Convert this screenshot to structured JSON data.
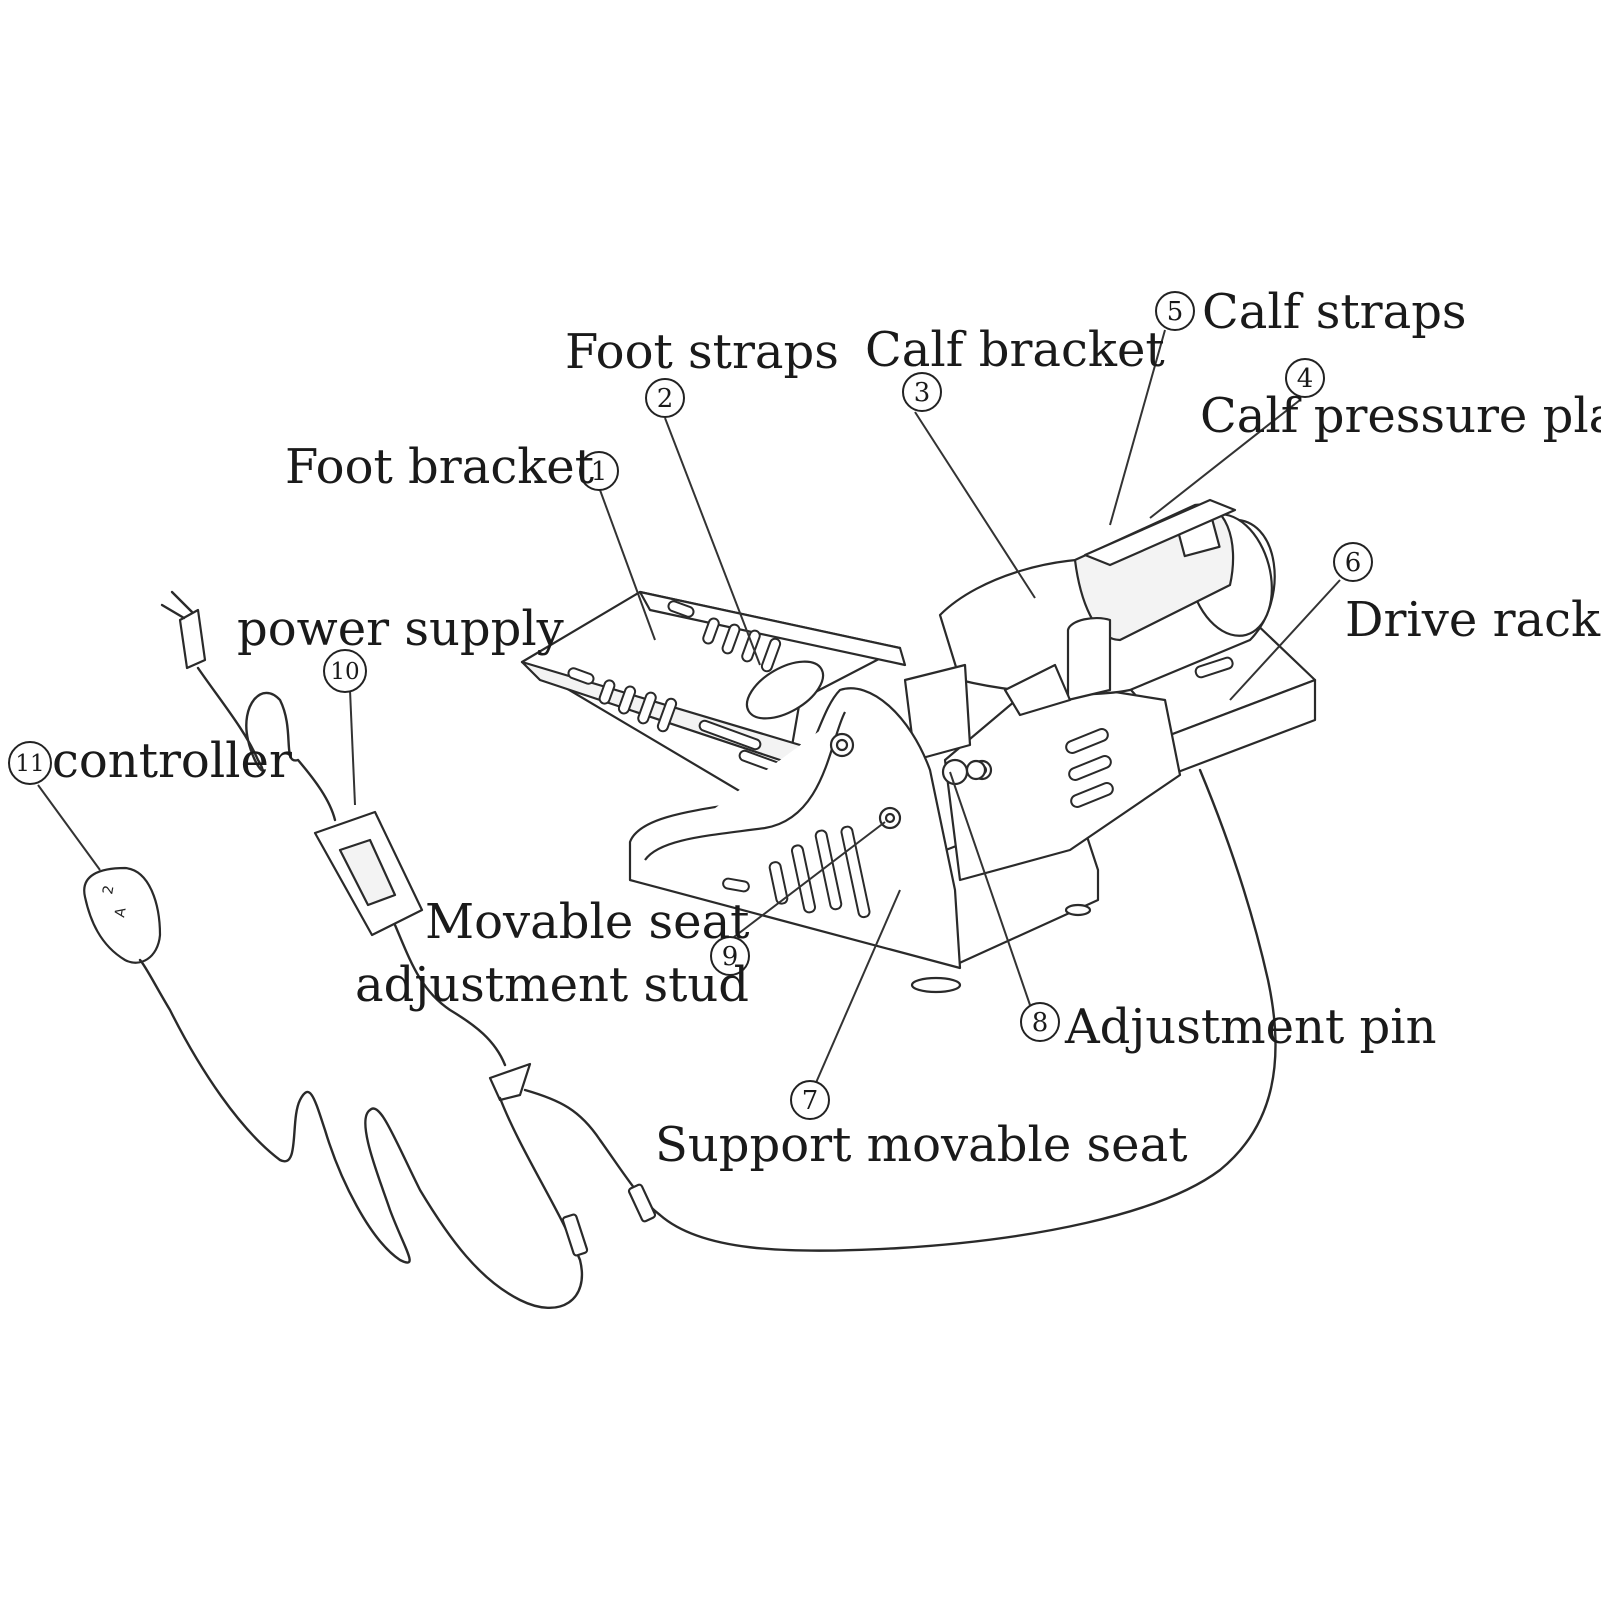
{
  "callouts": [
    {
      "id": "foot-bracket",
      "number": "1",
      "label": "Foot bracket"
    },
    {
      "id": "foot-straps",
      "number": "2",
      "label": "Foot straps"
    },
    {
      "id": "calf-bracket",
      "number": "3",
      "label": "Calf bracket"
    },
    {
      "id": "calf-pressure-plate",
      "number": "4",
      "label": "Calf pressure plate"
    },
    {
      "id": "calf-straps",
      "number": "5",
      "label": "Calf straps"
    },
    {
      "id": "drive-rack",
      "number": "6",
      "label": "Drive rack"
    },
    {
      "id": "support-movable-seat",
      "number": "7",
      "label": "Support movable seat"
    },
    {
      "id": "adjustment-pin",
      "number": "8",
      "label": "Adjustment pin"
    },
    {
      "id": "movable-seat-adjustment-stud",
      "number": "9",
      "label_line1": "Movable seat",
      "label_line2": "adjustment stud"
    },
    {
      "id": "power-supply",
      "number": "10",
      "label": "power supply"
    },
    {
      "id": "controller",
      "number": "11",
      "label": "controller"
    }
  ]
}
